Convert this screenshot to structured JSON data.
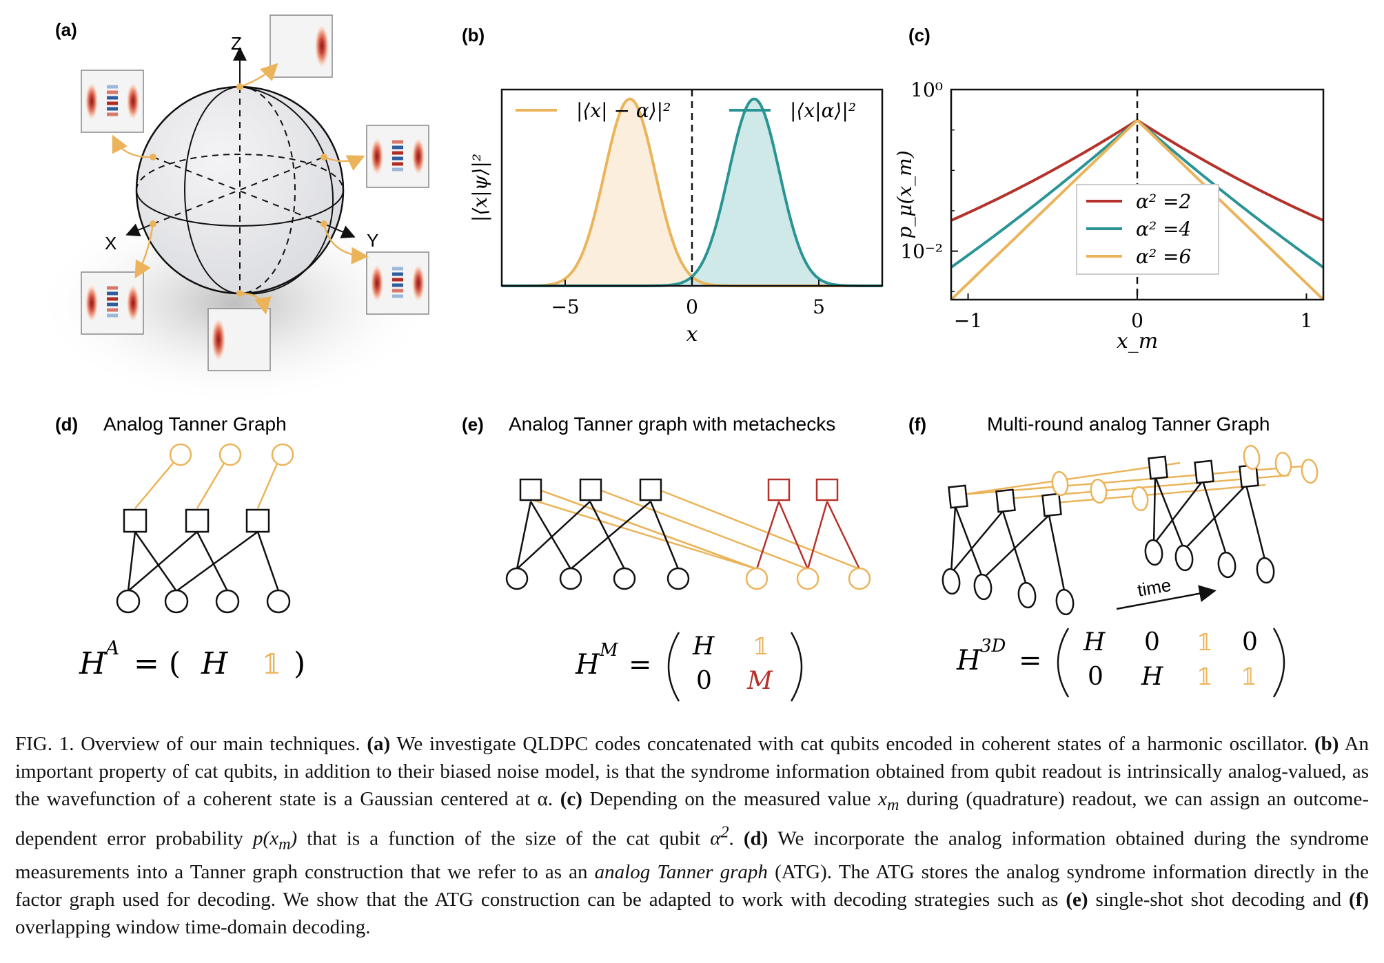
{
  "figure": {
    "panel_labels": {
      "a": "(a)",
      "b": "(b)",
      "c": "(c)",
      "d": "(d)",
      "e": "(e)",
      "f": "(f)"
    },
    "panel_a": {
      "axis_z": "Z",
      "axis_x": "X",
      "axis_y": "Y"
    },
    "panel_d": {
      "title": "Analog Tanner Graph",
      "equation": {
        "lhs": "H",
        "sup": "A",
        "eq": " = ( ",
        "h": "H",
        "one": "𝟙",
        "close": " )"
      }
    },
    "panel_e": {
      "title": "Analog Tanner graph with metachecks",
      "equation": {
        "lhs": "H",
        "sup": "M",
        "eq": "=",
        "r1c1": "H",
        "r1c2": "𝟙",
        "r2c1": "0",
        "r2c2": "M"
      }
    },
    "panel_f": {
      "title": "Multi-round analog Tanner Graph",
      "time_label": "time",
      "equation": {
        "lhs": "H",
        "sup": "3D",
        "eq": "=",
        "r1": [
          "H",
          "0",
          "𝟙",
          "0"
        ],
        "r2": [
          "0",
          "H",
          "𝟙",
          "𝟙"
        ]
      }
    }
  },
  "colors": {
    "orange": "#ebb45a",
    "teal": "#2a9494",
    "red": "#b5322b",
    "fill_orange": "#fbeedd",
    "fill_teal": "#cfe9e9",
    "black": "#111111"
  },
  "chart_data": [
    {
      "type": "area",
      "panel": "b",
      "xlabel": "x",
      "ylabel": "|⟨x|ψ⟩|²",
      "xlim": [
        -7.5,
        7.5
      ],
      "ylim": [
        0,
        1.05
      ],
      "xticks": [
        "−5",
        "0",
        "5"
      ],
      "xtick_values": [
        -5,
        0,
        5
      ],
      "vline_x": 0,
      "series": [
        {
          "name": "|⟨x| − α⟩|²",
          "center": -2.45,
          "sigma": 1.0,
          "peak": 1.0,
          "color": "#ebb45a"
        },
        {
          "name": "|⟨x|α⟩|²",
          "center": 2.45,
          "sigma": 1.0,
          "peak": 1.0,
          "color": "#2a9494"
        }
      ],
      "legend": "top"
    },
    {
      "type": "line",
      "panel": "c",
      "xlabel": "x_m",
      "ylabel": "p_μ(x_m)",
      "xlim": [
        -1.1,
        1.1
      ],
      "ylim_log10": [
        -2.6,
        0
      ],
      "yscale": "log",
      "xticks": [
        "−1",
        "0",
        "1"
      ],
      "xtick_values": [
        -1,
        0,
        1
      ],
      "yticks": [
        "10⁰",
        "10⁻²"
      ],
      "ytick_values": [
        0,
        -2
      ],
      "vline_x": 0,
      "series": [
        {
          "name": "α² =2",
          "log10_at": [
            [
              -1.1,
              -1.62
            ],
            [
              0,
              -0.38
            ],
            [
              1.1,
              -1.62
            ]
          ],
          "color": "#b5322b"
        },
        {
          "name": "α² =4",
          "log10_at": [
            [
              -1.1,
              -2.2
            ],
            [
              0,
              -0.38
            ],
            [
              1.1,
              -2.2
            ]
          ],
          "color": "#2a9494"
        },
        {
          "name": "α² =6",
          "log10_at": [
            [
              -1.1,
              -2.6
            ],
            [
              0,
              -0.38
            ],
            [
              1.1,
              -2.6
            ]
          ],
          "color": "#ebb45a"
        }
      ],
      "legend": "center-right"
    }
  ],
  "caption": {
    "fig": "FIG. 1.",
    "intro": "Overview of our main techniques.",
    "a_label": "(a)",
    "a_text": "We investigate QLDPC codes concatenated with cat qubits encoded in coherent states of a harmonic oscillator.",
    "b_label": "(b)",
    "b_text": "An important property of cat qubits, in addition to their biased noise model, is that the syndrome information obtained from qubit readout is intrinsically analog-valued, as the wavefunction of a coherent state is a Gaussian centered at α.",
    "c_label": "(c)",
    "c_text1": "Depending on the measured value",
    "c_var1": "x",
    "c_sub1": "m",
    "c_text2": "during (quadrature) readout, we can assign an outcome-dependent error probability",
    "c_var2": "p(x",
    "c_sub2": "m",
    "c_var2_end": ")",
    "c_text3": "that is a function of the size of the cat qubit",
    "c_alpha": "α",
    "c_sup": "2",
    "c_end": ".",
    "d_label": "(d)",
    "d_text": "We incorporate the analog information obtained during the syndrome measurements into a Tanner graph construction that we refer to as an",
    "d_ital": "analog Tanner graph",
    "d_text2": "(ATG). The ATG stores the analog syndrome information directly in the factor graph used for decoding. We show that the ATG construction can be adapted to work with decoding strategies such as",
    "e_label": "(e)",
    "e_text": "single-shot shot decoding and",
    "f_label": "(f)",
    "f_text": "overlapping window time-domain decoding."
  }
}
